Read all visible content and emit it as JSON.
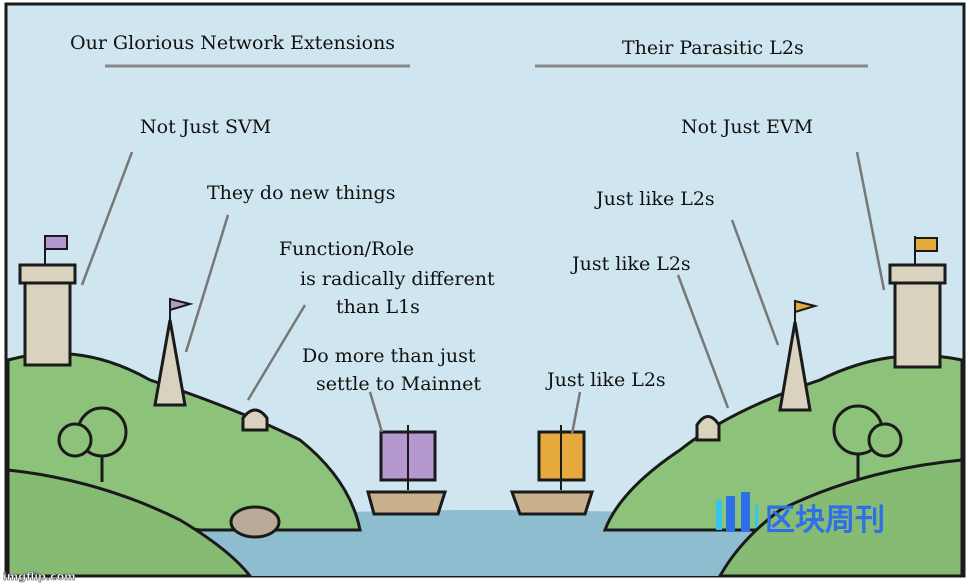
{
  "headers": {
    "left": "Our Glorious Network Extensions",
    "right": "Their Parasitic L2s"
  },
  "left_labels": {
    "not_just": "Not Just SVM",
    "new_things": "They do new things",
    "function_role": [
      "Function/Role",
      "is radically different",
      "than L1s"
    ],
    "do_more": [
      "Do more than just",
      "settle to Mainnet"
    ]
  },
  "right_labels": {
    "not_just": "Not Just EVM",
    "just_like_1": "Just like L2s",
    "just_like_2": "Just like L2s",
    "just_like_3": "Just like L2s"
  },
  "watermark": "区块周刊",
  "credit": "imgflip.com",
  "colors": {
    "sky": "#cfe6f0",
    "grass": "#8cc27a",
    "water": "#8fbdd0",
    "purple_sail": "#b497cf",
    "orange_sail": "#e6a93c",
    "watermark": "#2f6fe8"
  }
}
